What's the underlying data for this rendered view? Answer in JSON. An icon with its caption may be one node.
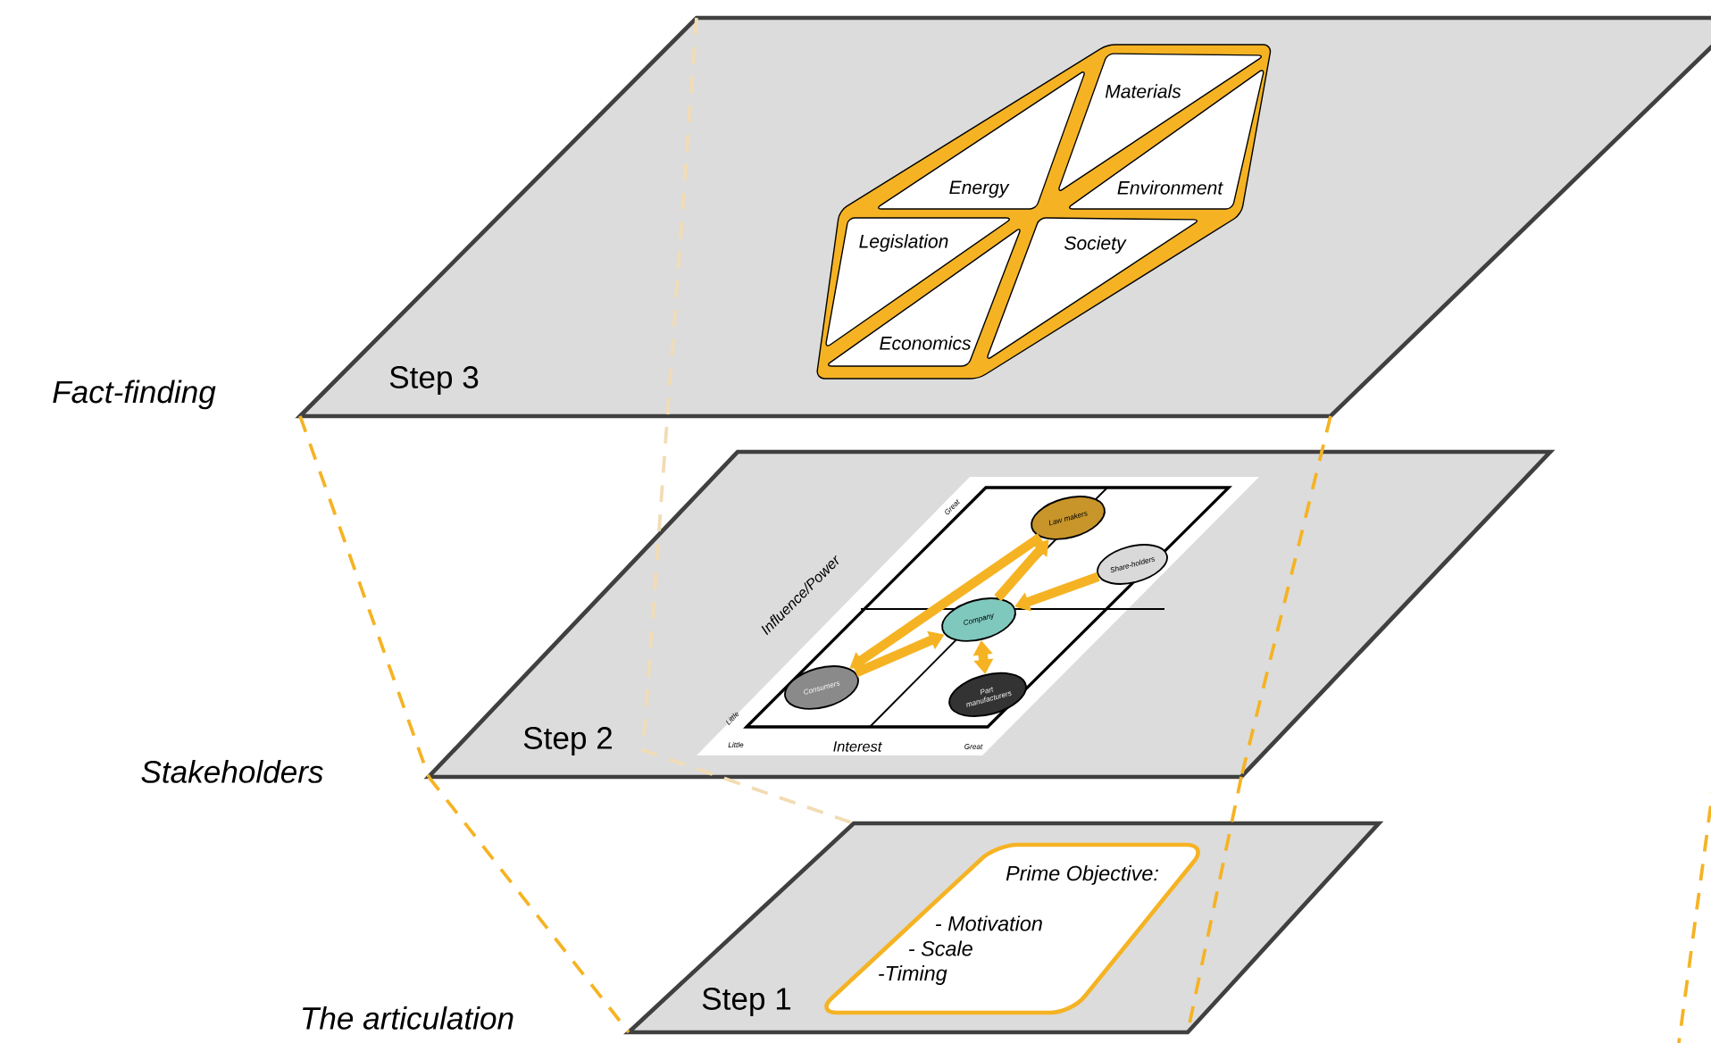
{
  "diagram": {
    "nodes": [
      {
        "text": [
          "Step 3"
        ],
        "beside": [
          "Fact-finding"
        ]
      },
      {
        "text": [
          "Energy"
        ],
        "in": 0
      },
      {
        "text": [
          "Materials"
        ],
        "in": 0
      },
      {
        "text": [
          "Environment"
        ],
        "in": 0
      },
      {
        "text": [
          "Legislation"
        ],
        "in": 0
      },
      {
        "text": [
          "Economics"
        ],
        "in": 0
      },
      {
        "text": [
          "Society"
        ],
        "in": 0
      },
      {
        "text": [
          "Step 2"
        ],
        "beside": [
          "Stakeholders"
        ]
      },
      {
        "text": [
          "Law makers"
        ],
        "in": 7
      },
      {
        "text": [
          "Share-holders"
        ],
        "in": 7
      },
      {
        "text": [
          "Company"
        ],
        "in": 7
      },
      {
        "text": [
          "Consumers"
        ],
        "in": 7
      },
      {
        "text": [
          "Part manufacturers"
        ],
        "in": 7
      },
      {
        "text": [
          "Step 1"
        ],
        "beside": [
          "The articulation"
        ]
      },
      {
        "text": [
          "Prime Objective:",
          "- Motivation",
          "- Scale",
          "-Timing"
        ],
        "in": 13
      }
    ],
    "edges": [
      {
        "from": 0,
        "to": 7,
        "arrow": "none",
        "style": "dashed"
      },
      {
        "from": 0,
        "to": 7,
        "arrow": "none",
        "style": "dashed"
      },
      {
        "from": 0,
        "to": 13,
        "arrow": "none",
        "style": "dashed",
        "color": "#f2dcb4"
      },
      {
        "from": 7,
        "to": 13,
        "arrow": "none",
        "style": "dashed"
      },
      {
        "from": 7,
        "to": 13,
        "arrow": "none",
        "style": "dashed"
      },
      {
        "from": 10,
        "to": 8,
        "arrow": "to",
        "style": "thick"
      },
      {
        "from": 8,
        "to": 11,
        "arrow": "to",
        "style": "thick"
      },
      {
        "from": 11,
        "to": 10,
        "arrow": "to",
        "style": "thick"
      },
      {
        "from": 9,
        "to": 10,
        "arrow": "to",
        "style": "thick"
      },
      {
        "from": 10,
        "to": 12,
        "arrow": "both",
        "style": "thick"
      }
    ],
    "labels": [
      "Great",
      "Influence/Power",
      "Little",
      "Little",
      "Interest",
      "Great"
    ]
  }
}
